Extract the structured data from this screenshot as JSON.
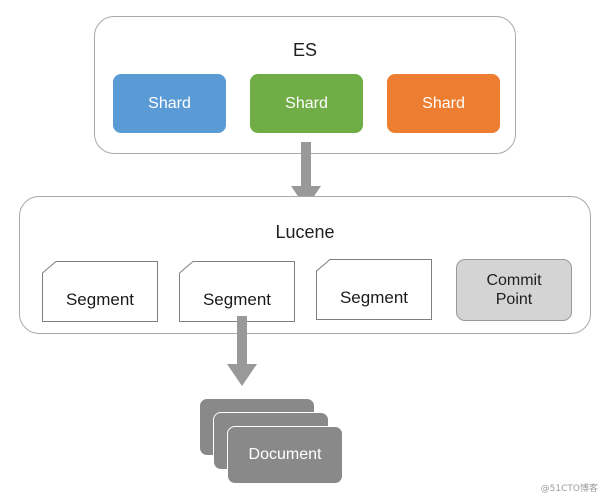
{
  "es": {
    "title": "ES",
    "shards": [
      {
        "label": "Shard",
        "color": "#5b9bd5"
      },
      {
        "label": "Shard",
        "color": "#70ad47"
      },
      {
        "label": "Shard",
        "color": "#ed7d31"
      }
    ]
  },
  "lucene": {
    "title": "Lucene",
    "segments": [
      {
        "label": "Segment"
      },
      {
        "label": "Segment"
      },
      {
        "label": "Segment"
      }
    ],
    "commit_point": {
      "line1": "Commit",
      "line2": "Point",
      "color": "#d4d4d4"
    }
  },
  "document_stack": {
    "label": "Document",
    "color": "#898989"
  },
  "arrow_color": "#999999",
  "watermark": "@51CTO博客"
}
